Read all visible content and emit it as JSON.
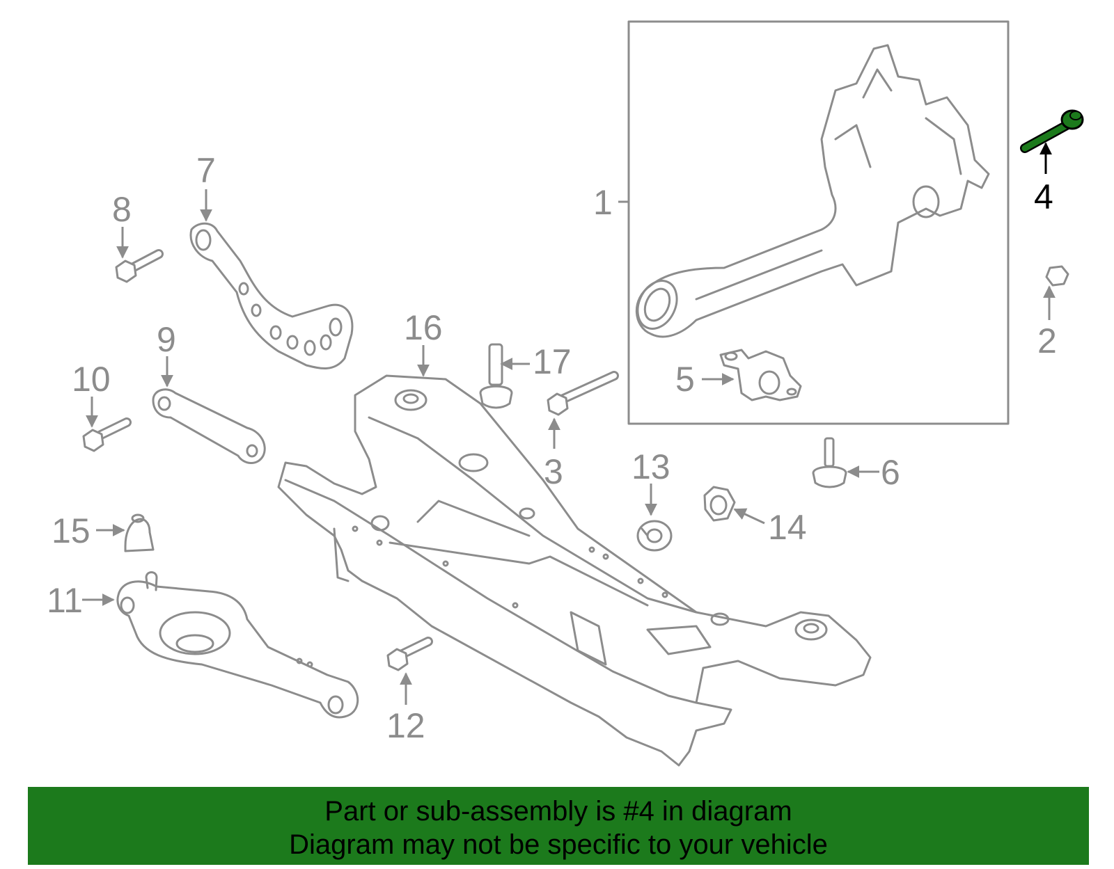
{
  "diagram": {
    "callouts": [
      "1",
      "2",
      "3",
      "4",
      "5",
      "6",
      "7",
      "8",
      "9",
      "10",
      "11",
      "12",
      "13",
      "14",
      "15",
      "16",
      "17"
    ],
    "highlighted_part": "4",
    "highlight_color": "#1c7a1c",
    "line_color": "#8c8c8c"
  },
  "banner": {
    "line1": "Part or sub-assembly is #4 in diagram",
    "line2": "Diagram may not be specific to your vehicle",
    "background": "#1c7a1c"
  }
}
